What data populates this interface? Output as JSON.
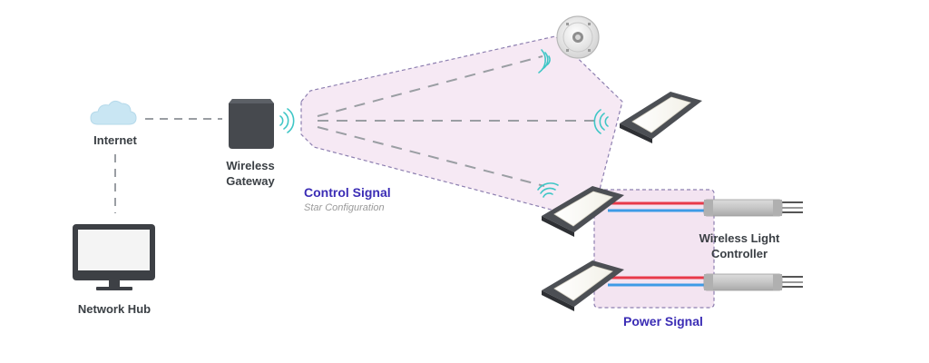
{
  "nodes": {
    "internet": {
      "label": "Internet",
      "icon": "cloud-icon"
    },
    "network_hub": {
      "label": "Network Hub",
      "icon": "monitor-icon"
    },
    "gateway": {
      "label_line1": "Wireless",
      "label_line2": "Gateway",
      "icon": "gateway-box-icon"
    },
    "sensor": {
      "icon": "occupancy-sensor-icon"
    },
    "controller": {
      "label_line1": "Wireless Light",
      "label_line2": "Controller",
      "icon": "driver-box-icon"
    }
  },
  "regions": {
    "control": {
      "title": "Control Signal",
      "subtitle": "Star Configuration"
    },
    "power": {
      "title": "Power Signal"
    }
  },
  "colors": {
    "dashed_line": "#9a9ea3",
    "region_fill": "#f6e9f4",
    "region_border": "#8d7fb0",
    "wireless_wave": "#3fc6c6",
    "power_red": "#e83a4a",
    "power_blue": "#3d9be6",
    "label_text": "#3a3f44",
    "control_title": "#3b2db5",
    "subtitle_text": "#9a9a9a"
  }
}
